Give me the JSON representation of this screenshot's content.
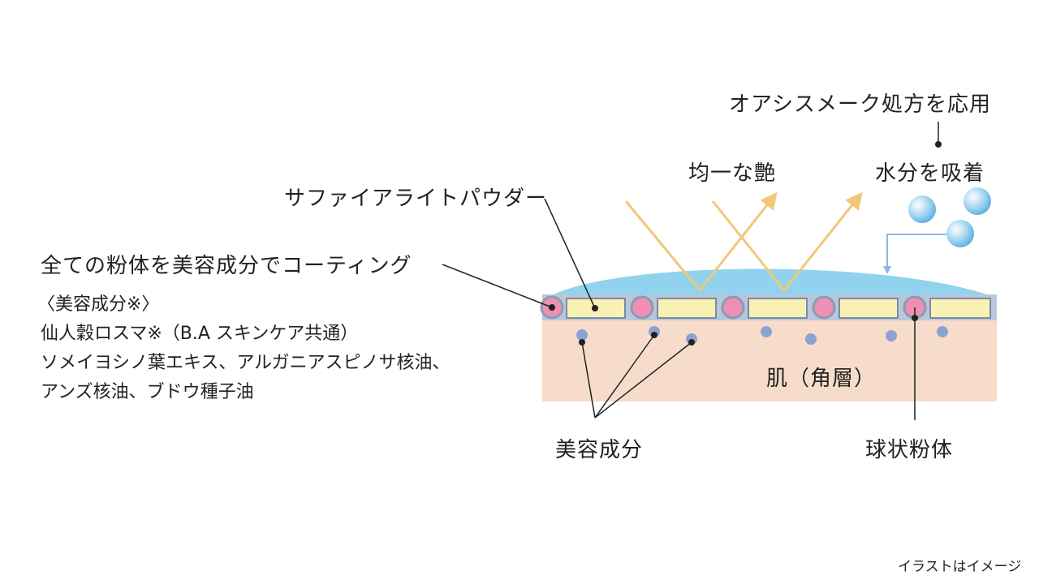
{
  "labels": {
    "oasis": "オアシスメーク処方を応用",
    "gloss": "均一な艶",
    "moisture": "水分を吸着",
    "sapphire": "サファイアライトパウダー",
    "coating": "全ての粉体を美容成分でコーティング",
    "ingredients_header": "〈美容成分※〉",
    "ingredients_line1": "仙人穀ロスマ※（B.A スキンケア共通）",
    "ingredients_line2": "ソメイヨシノ葉エキス、アルガニアスピノサ核油、",
    "ingredients_line3": "アンズ核油、ブドウ種子油",
    "skin": "肌（角層）",
    "beauty": "美容成分",
    "sphere": "球状粉体",
    "note": "イラストはイメージ"
  },
  "colors": {
    "skin": "#f7dccb",
    "film": "#6cc4ea",
    "band": "#b9c7db",
    "plate": "#f8f1b3",
    "sphere": "#ee8fb3",
    "dot": "#7b96d6",
    "arrow": "#f2c777",
    "ink": "#222222"
  }
}
